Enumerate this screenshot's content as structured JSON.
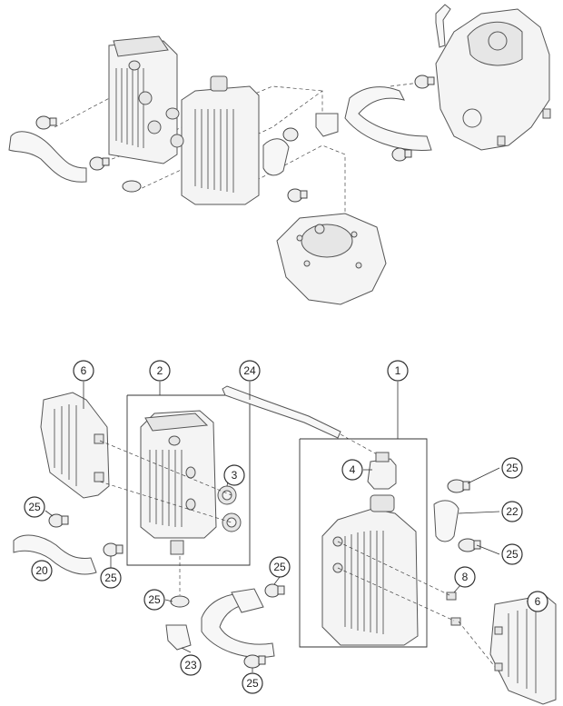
{
  "callouts": {
    "c1": "1",
    "c2": "2",
    "c3": "3",
    "c4": "4",
    "c6a": "6",
    "c6b": "6",
    "c8": "8",
    "c20": "20",
    "c22": "22",
    "c23": "23",
    "c24": "24",
    "c25a": "25",
    "c25b": "25",
    "c25c": "25",
    "c25d": "25",
    "c25e": "25",
    "c25f": "25",
    "c25g": "25"
  },
  "colors": {
    "line": "#333333",
    "part_fill": "#f4f4f4",
    "background": "#ffffff"
  }
}
